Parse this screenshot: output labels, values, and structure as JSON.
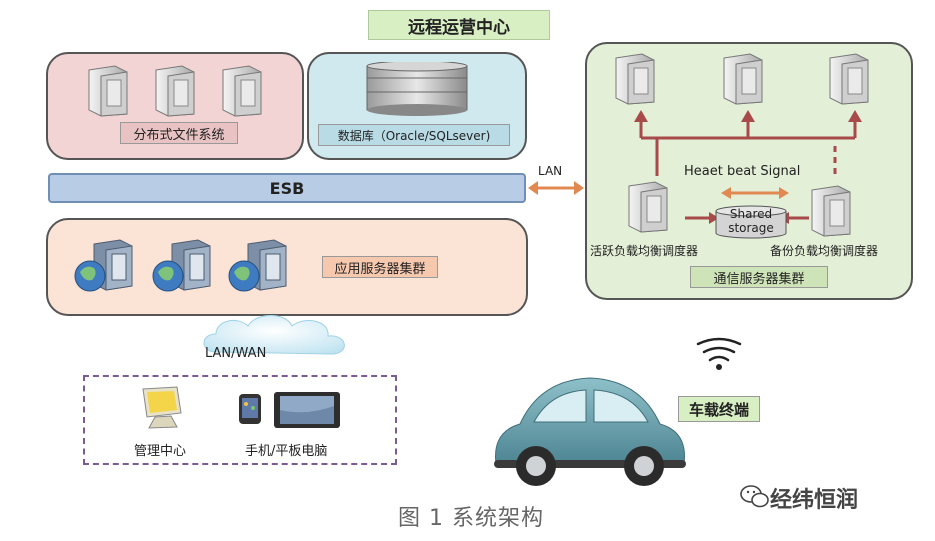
{
  "title": "远程运营中心",
  "distributed_fs": {
    "label": "分布式文件系统"
  },
  "database": {
    "label": "数据库（Oracle/SQLsever)"
  },
  "esb": {
    "label": "ESB"
  },
  "app_cluster": {
    "label": "应用服务器集群"
  },
  "lan_label": "LAN",
  "lanwan_label": "LAN/WAN",
  "comm_cluster": {
    "heartbeat_label": "Heaet beat Signal",
    "shared_storage_label": "Shared storage",
    "active_lb_label": "活跃负载均衡调度器",
    "backup_lb_label": "备份负载均衡调度器",
    "cluster_label": "通信服务器集群"
  },
  "clients": {
    "mgmt_label": "管理中心",
    "mobile_label": "手机/平板电脑"
  },
  "vehicle": {
    "label": "车载终端"
  },
  "caption": "图 1   系统架构",
  "watermark": "经纬恒润",
  "colors": {
    "dfs_panel": "#f3d4d4",
    "db_panel": "#cfe9ef",
    "app_panel": "#fbe3d6",
    "comm_panel": "#e3efd6",
    "esb": "#b8cde5",
    "title_bg": "#d8efc4",
    "arrow_red": "#a84a4a",
    "arrow_orange": "#e08a52",
    "car": "#6fa4b0",
    "dashed": "#7a5b93"
  }
}
